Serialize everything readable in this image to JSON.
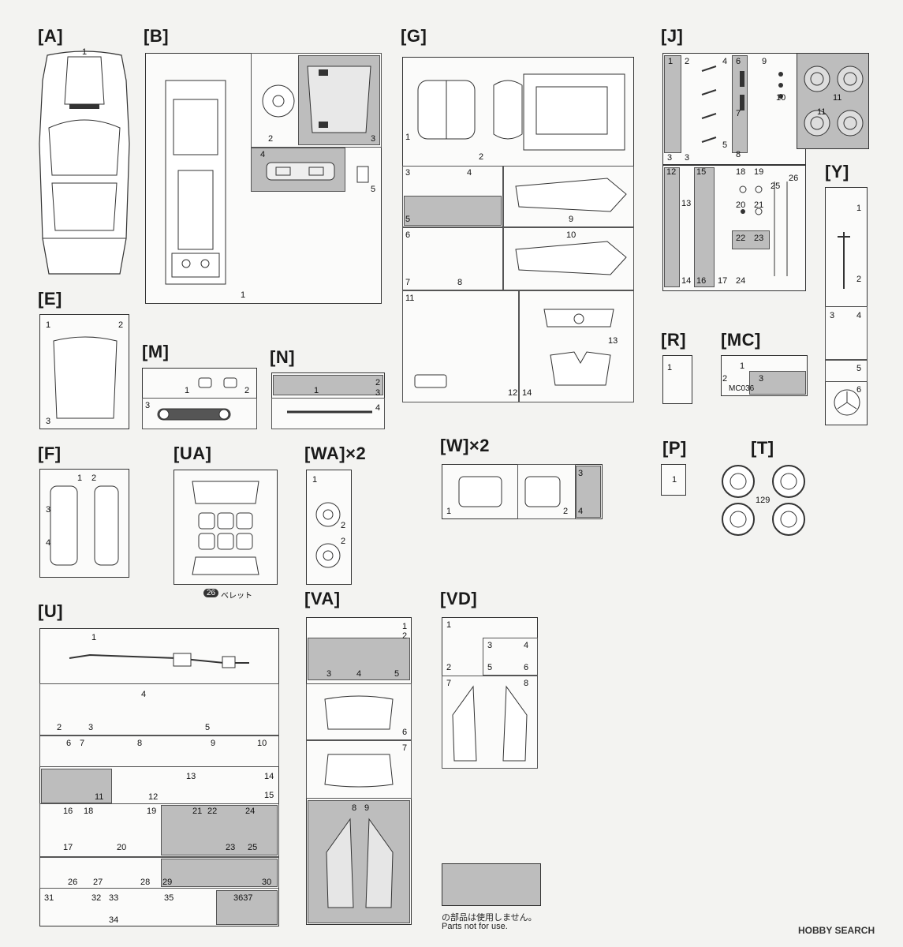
{
  "groups": {
    "A": "[A]",
    "B": "[B]",
    "G": "[G]",
    "J": "[J]",
    "Y": "[Y]",
    "E": "[E]",
    "M": "[M]",
    "N": "[N]",
    "R": "[R]",
    "MC": "[MC]",
    "F": "[F]",
    "UA": "[UA]",
    "WA": "[WA]×2",
    "W": "[W]×2",
    "P": "[P]",
    "T": "[T]",
    "U": "[U]",
    "VA": "[VA]",
    "VD": "[VD]"
  },
  "parts": {
    "A": [
      "1"
    ],
    "B": [
      "1",
      "2",
      "3",
      "4",
      "5"
    ],
    "G": [
      "1",
      "2",
      "3",
      "4",
      "5",
      "6",
      "7",
      "8",
      "9",
      "10",
      "11",
      "12",
      "13",
      "14"
    ],
    "J": [
      "1",
      "2",
      "3",
      "3",
      "4",
      "5",
      "6",
      "7",
      "8",
      "9",
      "10",
      "11",
      "11",
      "12",
      "13",
      "14",
      "15",
      "16",
      "17",
      "18",
      "19",
      "20",
      "21",
      "22",
      "23",
      "24",
      "25",
      "26"
    ],
    "Y": [
      "1",
      "2",
      "3",
      "4",
      "5",
      "6"
    ],
    "E": [
      "1",
      "2",
      "3"
    ],
    "M": [
      "1",
      "2",
      "3"
    ],
    "N": [
      "1",
      "2",
      "3",
      "4"
    ],
    "R": [
      "1"
    ],
    "MC": [
      "1",
      "2",
      "3",
      "MC036"
    ],
    "F": [
      "1",
      "2",
      "3",
      "4"
    ],
    "WA": [
      "1",
      "2",
      "2"
    ],
    "W": [
      "1",
      "2",
      "3",
      "4"
    ],
    "P": [
      "1"
    ],
    "T": [
      "129"
    ],
    "U": [
      "1",
      "2",
      "3",
      "4",
      "5",
      "6",
      "7",
      "8",
      "9",
      "10",
      "11",
      "12",
      "13",
      "14",
      "15",
      "16",
      "17",
      "18",
      "19",
      "20",
      "21",
      "22",
      "23",
      "24",
      "25",
      "26",
      "27",
      "28",
      "29",
      "30",
      "31",
      "32",
      "33",
      "34",
      "35",
      "3637"
    ],
    "VA": [
      "1",
      "2",
      "3",
      "4",
      "5",
      "6",
      "7",
      "8",
      "9"
    ],
    "VD": [
      "1",
      "2",
      "3",
      "4",
      "5",
      "6",
      "7",
      "8"
    ]
  },
  "ua_caption": {
    "num": "26",
    "text": "ベレット"
  },
  "legend": {
    "jp": "の部品は使用しません。",
    "en": "Parts not for use."
  },
  "watermark": "HOBBY SEARCH",
  "colors": {
    "unused": "#bdbdbd",
    "line": "#333333"
  }
}
